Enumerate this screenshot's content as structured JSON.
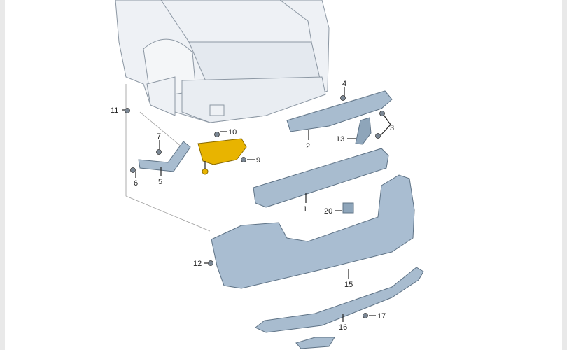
{
  "diagram": {
    "highlight_color": "#e8b400",
    "part_color": "#a8bccf",
    "callouts": [
      {
        "id": "p1",
        "label": "1"
      },
      {
        "id": "p2",
        "label": "2"
      },
      {
        "id": "p3",
        "label": "3"
      },
      {
        "id": "p4",
        "label": "4"
      },
      {
        "id": "p5",
        "label": "5"
      },
      {
        "id": "p6",
        "label": "6"
      },
      {
        "id": "p7",
        "label": "7"
      },
      {
        "id": "p9",
        "label": "9"
      },
      {
        "id": "p10",
        "label": "10"
      },
      {
        "id": "p11",
        "label": "11"
      },
      {
        "id": "p12",
        "label": "12"
      },
      {
        "id": "p13",
        "label": "13"
      },
      {
        "id": "p15",
        "label": "15"
      },
      {
        "id": "p16",
        "label": "16"
      },
      {
        "id": "p17",
        "label": "17"
      },
      {
        "id": "p20",
        "label": "20"
      }
    ]
  }
}
